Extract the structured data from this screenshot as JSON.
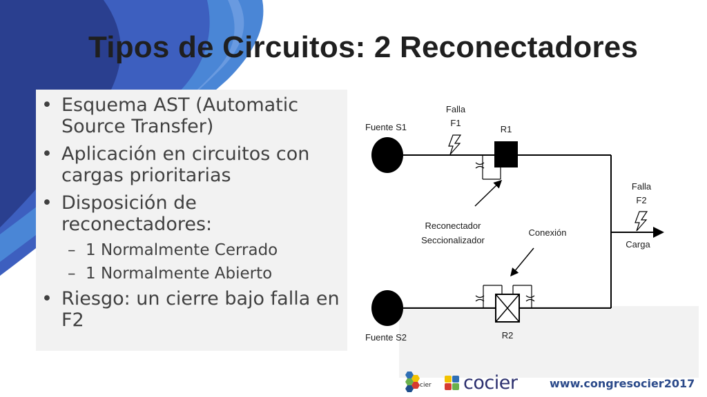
{
  "slide": {
    "title": "Tipos de Circuitos: 2 Reconectadores",
    "bullets": [
      {
        "text": "Esquema AST (Automatic Source Transfer)",
        "level": 1
      },
      {
        "text": "Aplicación en circuitos con cargas prioritarias",
        "level": 1
      },
      {
        "text": "Disposición de reconectadores:",
        "level": 1
      },
      {
        "text": "1 Normalmente Cerrado",
        "level": 2
      },
      {
        "text": "1 Normalmente Abierto",
        "level": 2
      },
      {
        "text": "Riesgo: un cierre bajo falla en F2",
        "level": 1
      }
    ]
  },
  "diagram": {
    "source1": "Fuente S1",
    "source2": "Fuente S2",
    "fault1_line1": "Falla",
    "fault1_line2": "F1",
    "fault2_line1": "Falla",
    "fault2_line2": "F2",
    "recloser1": "R1",
    "recloser2": "R2",
    "sectionalizer_line1": "Reconectador",
    "sectionalizer_line2": "Seccionalizador",
    "connection": "Conexión",
    "load": "Carga"
  },
  "footer": {
    "logo_small_text": "cier",
    "brand": "cocier",
    "url": "www.congresocier2017"
  },
  "colors": {
    "background_blue_dark": "#2a3f8f",
    "background_blue_mid": "#3d5fbf",
    "background_blue_light": "#4a86d6",
    "panel_gray": "#f2f2f2",
    "title_text": "#1f1f1f",
    "bullet_text": "#404040",
    "brand_text": "#2b2f6e"
  },
  "icons": [
    "lightning-icon",
    "cier-hexagon-logo",
    "cocier-logo-icon"
  ]
}
